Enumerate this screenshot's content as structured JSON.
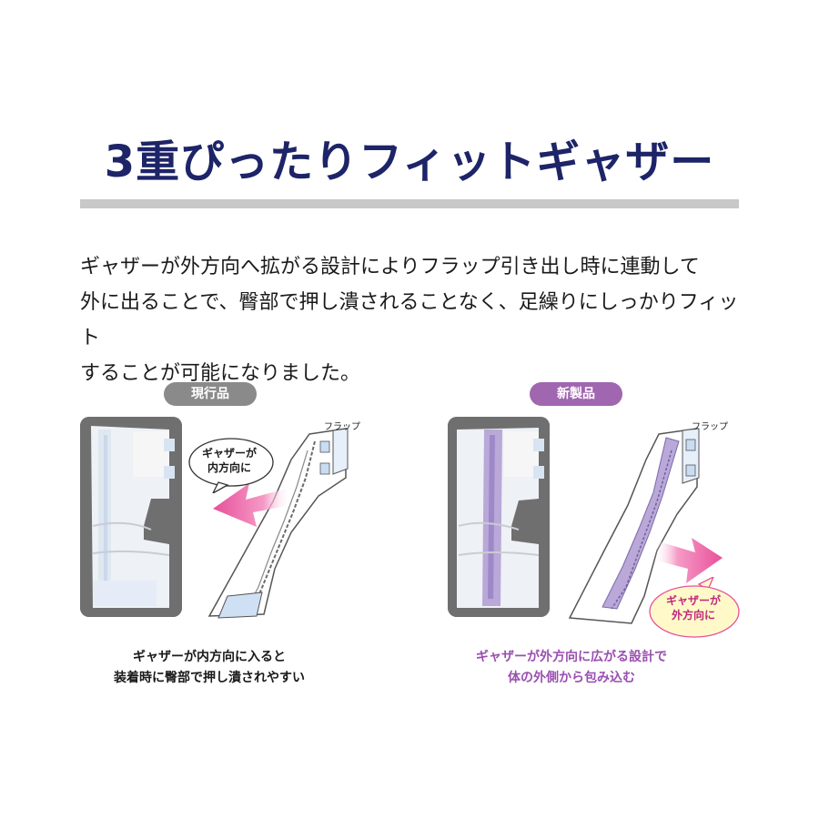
{
  "heading": {
    "title": "3重ぴったりフィットギャザー"
  },
  "description": {
    "line1": "ギャザーが外方向へ拡がる設計によりフラップ引き出し時に連動して",
    "line2": "外に出ることで、臀部で押し潰されることなく、足繰りにしっかりフィット",
    "line3": "することが可能になりました。"
  },
  "current": {
    "badge": "現行品",
    "flap_label": "フラップ",
    "bubble_line1": "ギャザーが",
    "bubble_line2": "内方向に",
    "caption_line1": "ギャザーが内方向に入ると",
    "caption_line2": "装着時に臀部で押し潰されやすい"
  },
  "new_product": {
    "badge": "新製品",
    "flap_label": "フラップ",
    "bubble_line1": "ギャザーが",
    "bubble_line2": "外方向に",
    "caption_line1": "ギャザーが外方向に広がる設計で",
    "caption_line2": "体の外側から包み込む"
  },
  "colors": {
    "title": "#1d2468",
    "current_badge": "#8a8a8a",
    "new_badge": "#a066b0",
    "arrow_pink": "#e8509a",
    "new_caption": "#9a4fb0",
    "gather_purple": "#b9a8d8",
    "gather_blue": "#cfe0f4"
  }
}
